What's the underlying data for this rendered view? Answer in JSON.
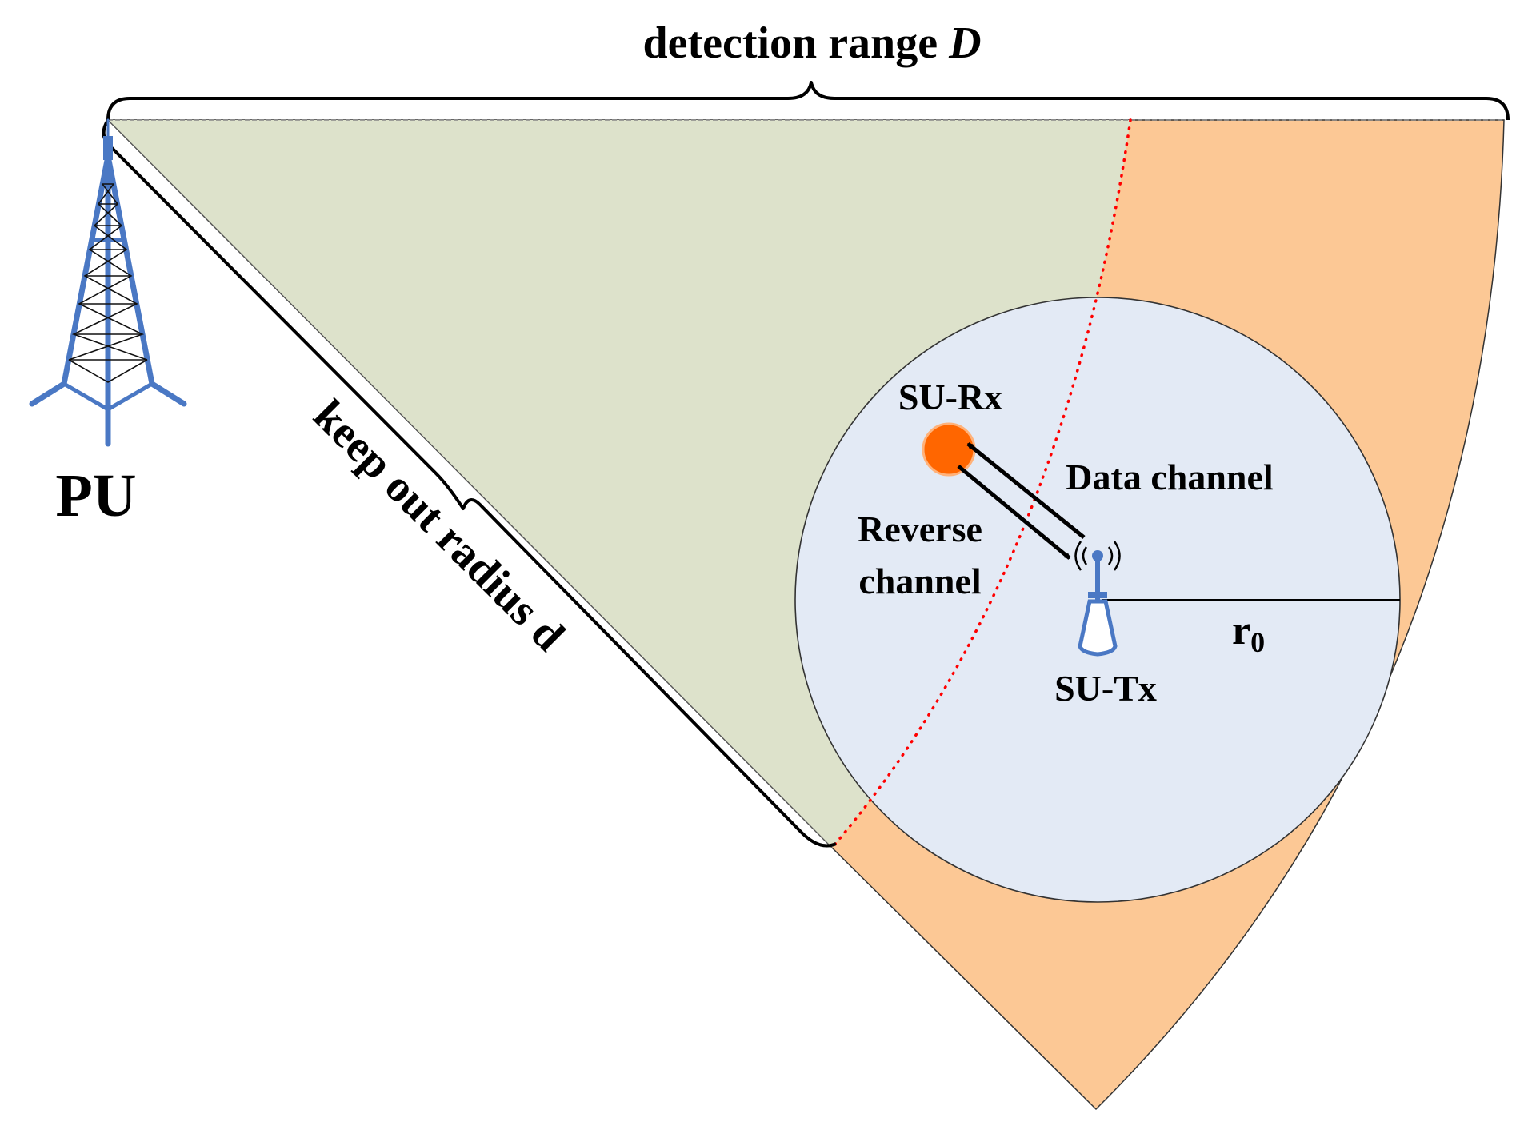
{
  "labels": {
    "detection_range": "detection range",
    "detection_range_symbol": "D",
    "keep_out_radius": "keep out radius d",
    "pu": "PU",
    "su_rx": "SU-Rx",
    "su_tx": "SU-Tx",
    "data_channel": "Data channel",
    "reverse_channel_line1": "Reverse",
    "reverse_channel_line2": "channel",
    "radius_base": "r",
    "radius_sub": "0"
  },
  "colors": {
    "keep_out_zone": "#dde2cb",
    "detection_band": "#fcc895",
    "su_coverage": "#e3eaf5",
    "tower": "#4a78c4",
    "su_rx_node": "#ff6600",
    "keep_out_boundary": "#ff0000"
  },
  "icons": {
    "pu": "transmission-tower-icon",
    "su_tx": "antenna-icon",
    "su_rx": "receiver-dot-icon"
  }
}
